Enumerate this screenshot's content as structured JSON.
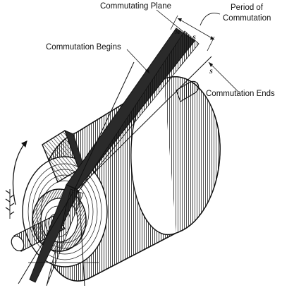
{
  "labels": {
    "commutating_plane": "Commutating Plane",
    "period_line1": "Period of",
    "period_line2": "Commutation",
    "commutation_begins": "Commutation Begins",
    "commutation_ends": "Commutation Ends",
    "m": "M",
    "s_left": "S",
    "s_right": "S"
  },
  "colors": {
    "ink": "#111111",
    "paper": "#ffffff",
    "shade": "#2a2a2a"
  }
}
